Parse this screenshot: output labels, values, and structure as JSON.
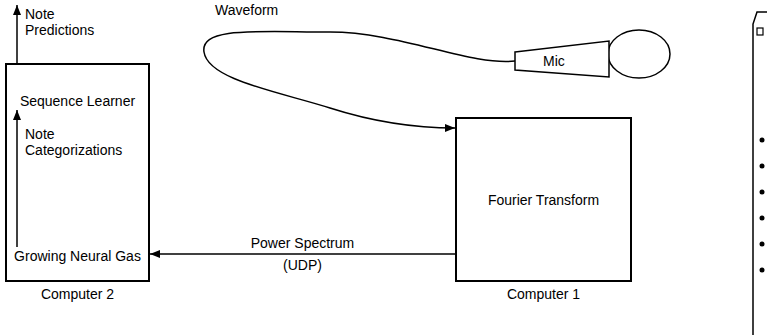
{
  "diagram": {
    "nodes": [
      {
        "text": [
          "Computer 2"
        ]
      },
      {
        "text": [
          "Sequence Learner"
        ],
        "in": 0
      },
      {
        "text": [
          "Growing Neural Gas"
        ],
        "in": 0
      },
      {
        "text": [
          "Fourier Transform",
          "Computer 1"
        ]
      },
      {
        "text": [
          "Mic"
        ]
      }
    ],
    "edges": [
      {
        "from": 4,
        "to": 3,
        "arrow": "to",
        "label": "Waveform"
      },
      {
        "from": 3,
        "to": 0,
        "arrow": "to",
        "label": "Power Spectrum (UDP)"
      },
      {
        "from": 2,
        "to": 1,
        "arrow": "to",
        "label": "Note Categorizations"
      }
    ],
    "labels": [
      "Note Predictions"
    ]
  }
}
